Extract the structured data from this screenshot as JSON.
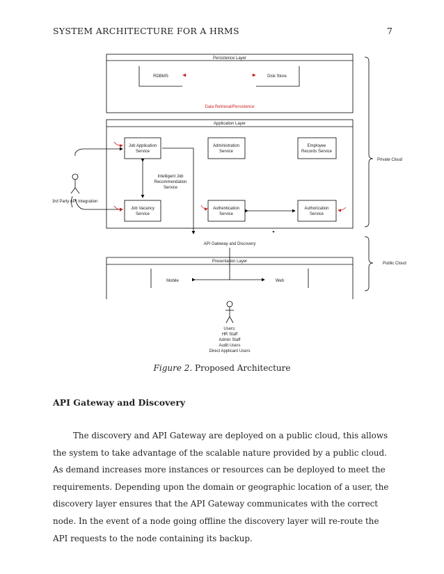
{
  "header": {
    "running_head": "SYSTEM ARCHITECTURE FOR A HRMS",
    "page_number": "7"
  },
  "diagram": {
    "persistence_layer": "Persistence Layer",
    "rdbms": "RDBMS",
    "disk_store": "Disk Store",
    "data_retrieval": "Data Retrieval/Persistence",
    "application_layer": "Application Layer",
    "job_application_service": [
      "Job Application",
      "Service"
    ],
    "administration_service": [
      "Administration",
      "Service"
    ],
    "employee_records_service": [
      "Employee",
      "Records Service"
    ],
    "intelligent_job_recommendation": [
      "Intelligent Job",
      "Recommendation",
      "Service"
    ],
    "job_vacancy_service": [
      "Job Vacancy",
      "Service"
    ],
    "authentication_service": [
      "Authentication",
      "Service"
    ],
    "authorization_service": [
      "Authorization",
      "Service"
    ],
    "third_party_integration": "3rd Party API Integration",
    "private_cloud": "Private Cloud",
    "api_gateway": "API Gateway and Discovery",
    "presentation_layer": "Presentation Layer",
    "mobile": "Mobile",
    "web": "Web",
    "public_cloud": "Public Cloud",
    "users": [
      "Users:",
      "HR Staff",
      "Admin Staff",
      "Audit Users",
      "Direct Applicant Users"
    ],
    "colors": {
      "line": "#000000",
      "accent": "#cc2222"
    }
  },
  "caption": {
    "label": "Figure 2.",
    "text": " Proposed Architecture"
  },
  "section": {
    "heading": "API Gateway and Discovery"
  },
  "body": {
    "paragraph": "The discovery and API Gateway are deployed on a public cloud, this allows the system to take advantage of the scalable nature provided by a public cloud. As demand increases more instances or resources can be deployed to meet the requirements. Depending upon the domain or geographic location of a user, the discovery layer ensures that the API Gateway communicates with the correct node. In the event of a node going offline the discovery layer will re-route the API requests to the node containing its backup."
  }
}
